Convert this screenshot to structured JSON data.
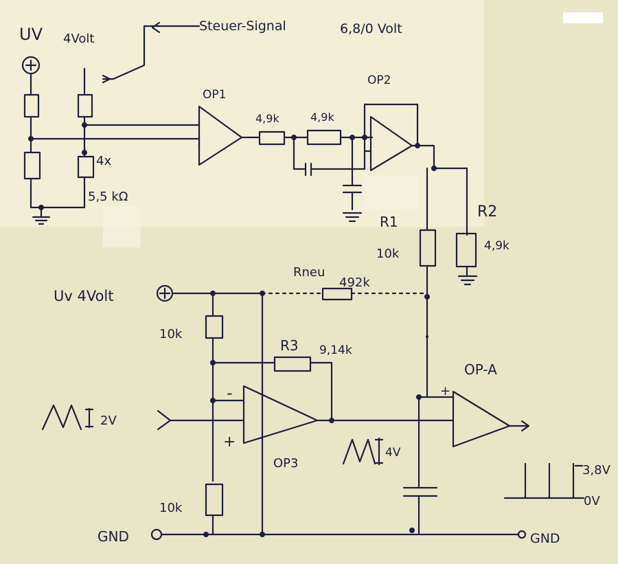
{
  "colors": {
    "paper": "#e9e6c8",
    "pasted_paper": "#f2efd6",
    "ink": "#1d1f3a"
  },
  "labels": {
    "uv_top": "UV",
    "uv_top_volt": "4Volt",
    "steuer_signal": "Steuer-Signal",
    "steuer_volt": "6,8/0 Volt",
    "op1": "OP1",
    "op2": "OP2",
    "r_4_9k_a": "4,9k",
    "r_4_9k_b": "4,9k",
    "four_x": "4x",
    "r_5_5k": "5,5 kΩ",
    "r1": "R1",
    "r1_value": "10k",
    "r2": "R2",
    "r2_value": "4,9k",
    "uv_bottom": "Uv 4Volt",
    "rneu": "Rneu",
    "rneu_value": "492k",
    "r_10k_top": "10k",
    "r3": "R3",
    "r3_value": "9,14k",
    "op_a": "OP-A",
    "op3": "OP3",
    "minus_in": "-",
    "plus_in": "+",
    "plus_opa": "+",
    "input_amp": "2V",
    "output_amp": "4V",
    "r_10k_bottom": "10k",
    "gnd_left": "GND",
    "gnd_right": "GND",
    "v_high": "3,8V",
    "v_low": "0V"
  }
}
